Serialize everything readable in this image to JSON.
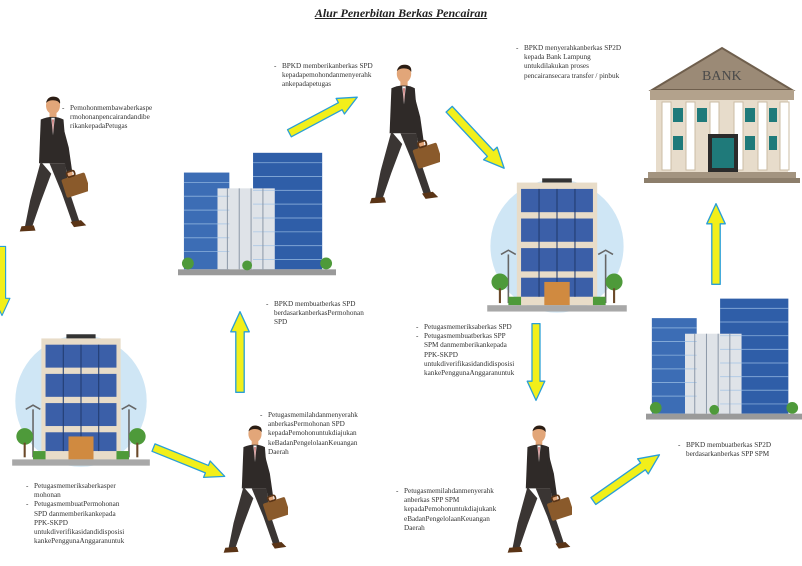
{
  "title": "Alur Penerbitan Berkas Pencairan",
  "notes": {
    "n1": [
      "Pemohonmembawaberkaspe",
      "rmohonanpencairandandibe",
      "rikankepadaPetugas"
    ],
    "n2": [
      "BPKD memberikanberkas SPD",
      "kepadapemohondanmenyerahk",
      "ankepadapetugas"
    ],
    "n3": [
      "BPKD menyerahkanberkas SP2D",
      "kepada  Bank  Lampung",
      "untukdilakukan  proses",
      "pencairansecara transfer / pinbuk"
    ],
    "n4": [
      "BPKD  membuatberkas  SPD",
      "berdasarkanberkasPermohonan",
      "SPD"
    ],
    "n5": [
      "Petugasmemeriksaberkas  SPD",
      "Petugasmembuatberkas SPP",
      "SPM danmemberikankepada",
      "PPK-SKPD",
      "untukdiverifikasidandidisposisi",
      "kankePenggunaAnggaranuntuk"
    ],
    "n6": [
      "Petugasmemilahdanmenyerahk",
      "anberkasPermohonan SPD",
      "kepadaPemohonuntukdiajukan",
      "keBadanPengelolaanKeuangan",
      "Daerah"
    ],
    "n7": [
      "BPKD  membuatberkas SP2D",
      "berdasarkanberkas SPP SPM"
    ],
    "n8": [
      "Petugasmemeriksaberkasper",
      "mohonan",
      "PetugasmembuatPermohonan",
      "SPD danmemberikankepada",
      "PPK-SKPD",
      "untukdiverifikasidandidisposisi",
      "kankePenggunaAnggaranuntuk"
    ],
    "n9": [
      "Petugasmemilahdanmenyerahk",
      "anberkas SPP SPM",
      "kepadaPemohonuntukdiajukank",
      "eBadanPengelolaanKeuangan",
      "Daerah"
    ]
  },
  "bank": {
    "label": "BANK"
  },
  "colors": {
    "arrow_fill": "#f2ef1a",
    "arrow_stroke": "#2a9fd6",
    "glass": "#3b5fa8",
    "skin": "#e2a679",
    "suit": "#2f2a28",
    "case": "#8a5a2b"
  }
}
